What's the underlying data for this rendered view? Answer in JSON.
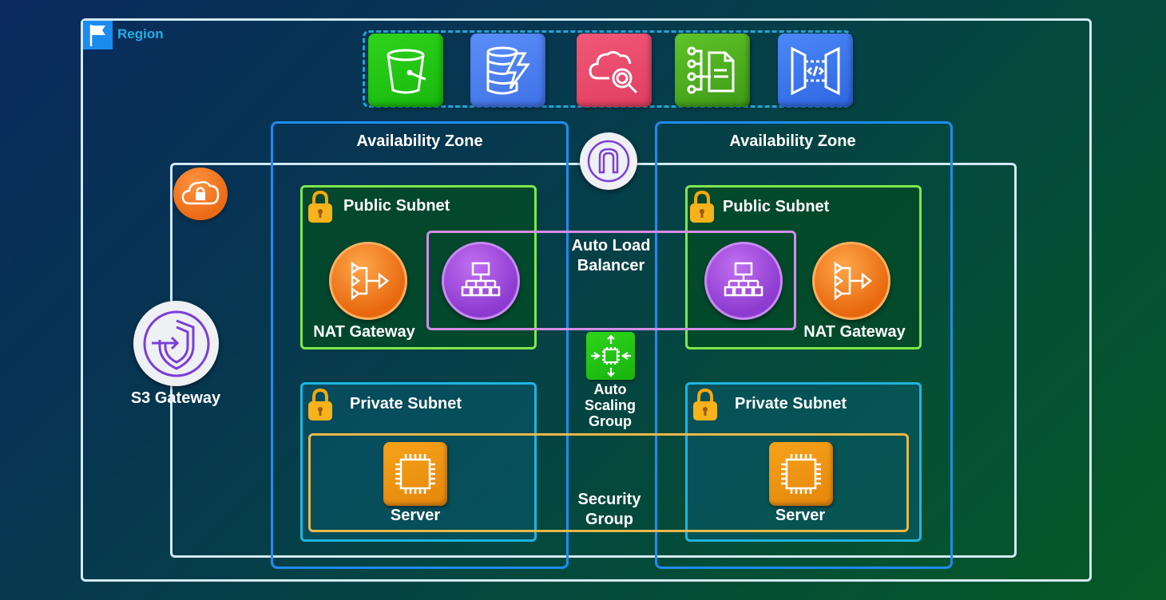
{
  "region": {
    "label": "Region"
  },
  "services": [
    {
      "name": "S3 Bucket",
      "icon": "bucket-icon",
      "color": "#21c814"
    },
    {
      "name": "DynamoDB",
      "icon": "database-lightning-icon",
      "color": "#4a7ff0"
    },
    {
      "name": "CloudWatch",
      "icon": "cloud-search-icon",
      "color": "#ec4a6a"
    },
    {
      "name": "Step Functions / Logs",
      "icon": "document-flow-icon",
      "color": "#4ab01e"
    },
    {
      "name": "API Gateway",
      "icon": "api-gateway-icon",
      "color": "#3a78f0"
    }
  ],
  "vpc": {
    "icon": "cloud-lock-icon",
    "color": "#f07820"
  },
  "internet_gateway": {
    "icon": "internet-gateway-icon"
  },
  "availability_zones": [
    {
      "label": "Availability Zone",
      "public_subnet": {
        "label": "Public Subnet",
        "nat_label": "NAT Gateway"
      },
      "private_subnet": {
        "label": "Private Subnet",
        "server_label": "Server"
      }
    },
    {
      "label": "Availability Zone",
      "public_subnet": {
        "label": "Public Subnet",
        "nat_label": "NAT Gateway"
      },
      "private_subnet": {
        "label": "Private Subnet",
        "server_label": "Server"
      }
    }
  ],
  "load_balancer": {
    "label_line1": "Auto Load",
    "label_line2": "Balancer"
  },
  "auto_scaling": {
    "line1": "Auto",
    "line2": "Scaling",
    "line3": "Group"
  },
  "security_group": {
    "line1": "Security",
    "line2": "Group"
  },
  "s3_gateway": {
    "label": "S3 Gateway"
  },
  "colors": {
    "region_border": "#d2eaf5",
    "az_border": "#1e8cf0",
    "public_subnet_border": "#7ee84a",
    "private_subnet_border": "#1fb4e0",
    "alb_border": "#d28ee6",
    "security_group_border": "#e8b84a",
    "region_label": "#1fb0e6"
  }
}
